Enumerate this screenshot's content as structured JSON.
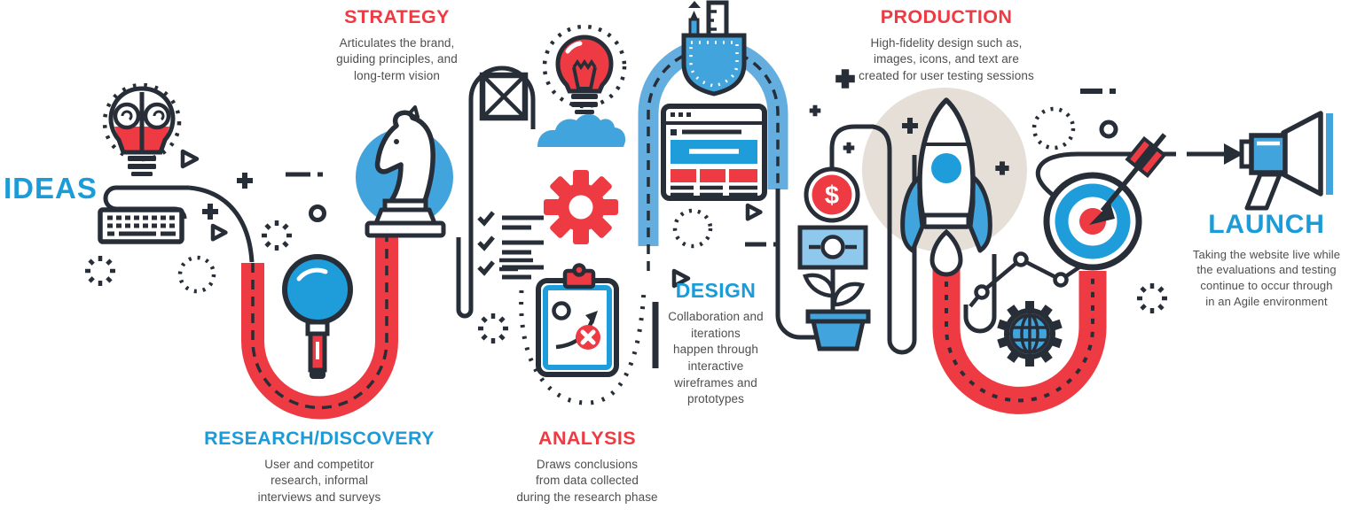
{
  "flow": {
    "stages": [
      {
        "id": "ideas",
        "label": "IDEAS"
      },
      {
        "id": "research-discovery",
        "label": "RESEARCH/DISCOVERY",
        "description": "User and competitor\nresearch, informal\ninterviews and surveys"
      },
      {
        "id": "strategy",
        "label": "STRATEGY",
        "description": "Articulates the brand,\nguiding principles, and\nlong-term vision"
      },
      {
        "id": "analysis",
        "label": "ANALYSIS",
        "description": "Draws conclusions\nfrom data collected\nduring the research phase"
      },
      {
        "id": "design",
        "label": "DESIGN",
        "description": "Collaboration and\niterations\nhappen through\ninteractive\nwireframes and\nprototypes"
      },
      {
        "id": "production",
        "label": "PRODUCTION",
        "description": "High-fidelity design such as,\nimages, icons, and text are\ncreated for user testing sessions"
      },
      {
        "id": "launch",
        "label": "LAUNCH",
        "description": "Taking the website live while\nthe evaluations and testing\ncontinue to occur through\nin an Agile environment"
      }
    ]
  },
  "icons": {
    "coin_symbol": "$",
    "names": [
      "brain-lightbulb-icon",
      "keyboard-icon",
      "magnifier-icon",
      "chess-knight-icon",
      "crossed-box-icon",
      "lightbulb-icon",
      "cloud-icon",
      "gear-icon",
      "checklist-icon",
      "clipboard-tactics-icon",
      "pencil-ruler-pocket-icon",
      "browser-wireframe-icon",
      "dollar-coin-icon",
      "money-plant-icon",
      "rocket-icon",
      "growth-chart-icon",
      "globe-gear-icon",
      "target-arrow-icon",
      "megaphone-icon"
    ]
  },
  "colors": {
    "red": "#ee3a43",
    "blue": "#1b9bd8",
    "mid_blue": "#41a4dc",
    "path_blue": "#63aede",
    "dark": "#272e38",
    "body_text": "#4d4e50",
    "rocket_halo": "#e6dfd8",
    "background": "#ffffff"
  }
}
